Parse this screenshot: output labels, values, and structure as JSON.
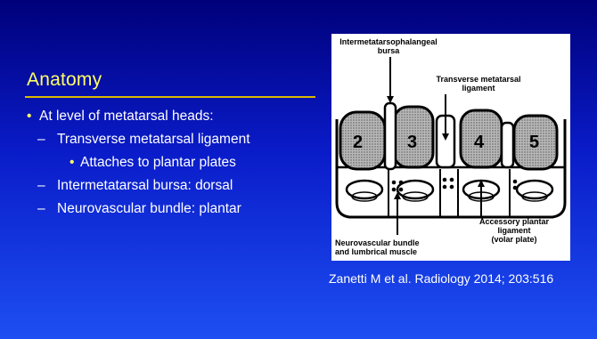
{
  "slide": {
    "title": "Anatomy",
    "bullets": {
      "level1": "At level of metatarsal heads:",
      "item1": "Transverse metatarsal ligament",
      "item1_sub": "Attaches to plantar plates",
      "item2": "Intermetatarsal bursa: dorsal",
      "item3": "Neurovascular bundle: plantar"
    },
    "bullet_symbol": "•",
    "dash_symbol": "–",
    "figure": {
      "label_bursa": "Intermetatarsophalangeal\nbursa",
      "label_ligament": "Transverse metatarsal\nligament",
      "label_accessory": "Accessory plantar\nligament\n(volar plate)",
      "label_neuro": "Neurovascular bundle\nand lumbrical muscle",
      "numbers": [
        "2",
        "3",
        "4",
        "5"
      ]
    },
    "citation": "Zanetti M et al. Radiology 2014; 203:516"
  },
  "colors": {
    "title": "#ffff66",
    "rule": "#d9b800",
    "text": "#ffffff",
    "background_top": "#00007a",
    "background_bottom": "#1d4ff2"
  }
}
